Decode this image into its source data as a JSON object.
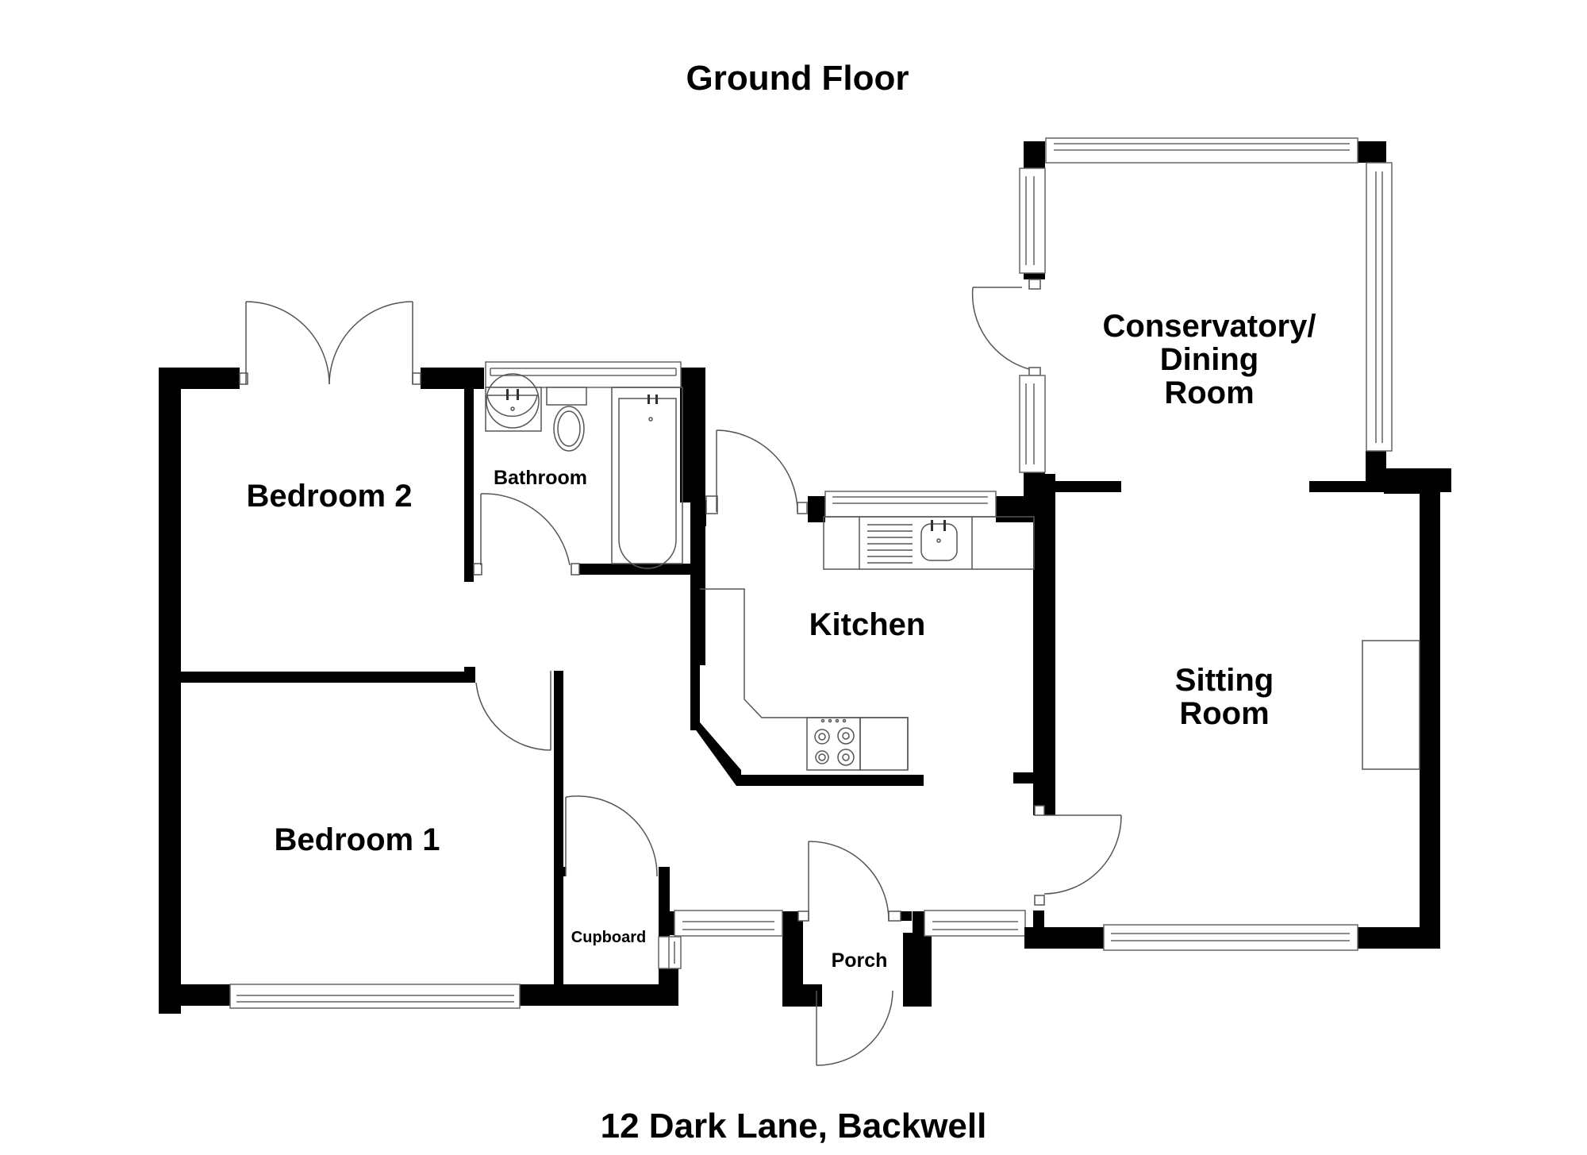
{
  "plan": {
    "title": "Ground Floor",
    "address": "12 Dark Lane, Backwell",
    "line_color": "#000000",
    "background": "#ffffff"
  },
  "rooms": {
    "bedroom2": {
      "label": "Bedroom 2"
    },
    "bathroom": {
      "label": "Bathroom"
    },
    "kitchen": {
      "label": "Kitchen"
    },
    "conservatory": {
      "line1": "Conservatory/",
      "line2": "Dining",
      "line3": "Room"
    },
    "sitting": {
      "line1": "Sitting",
      "line2": "Room"
    },
    "bedroom1": {
      "label": "Bedroom 1"
    },
    "cupboard": {
      "label": "Cupboard"
    },
    "porch": {
      "label": "Porch"
    }
  },
  "fixtures": [
    "basin",
    "toilet",
    "bath",
    "sink-drainer",
    "hob",
    "fireplace-hearth"
  ]
}
